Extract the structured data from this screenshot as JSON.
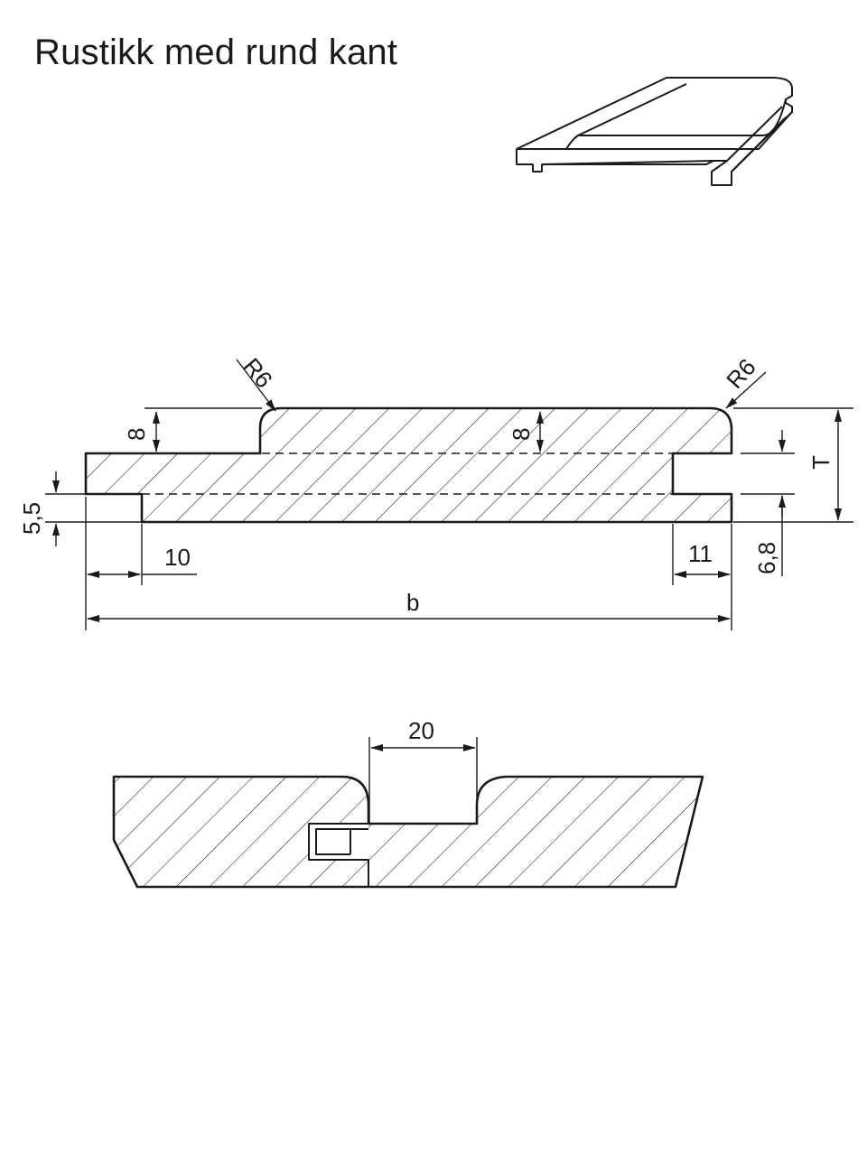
{
  "title": "Rustikk med rund kant",
  "dimensions": {
    "radius_left": "R6",
    "radius_right": "R6",
    "bead_depth_left": "8",
    "bead_depth_right": "8",
    "tongue_offset": "5,5",
    "tongue_length": "10",
    "groove_depth": "11",
    "groove_offset": "6,8",
    "thickness": "T",
    "width": "b",
    "joint_gap": "20"
  }
}
